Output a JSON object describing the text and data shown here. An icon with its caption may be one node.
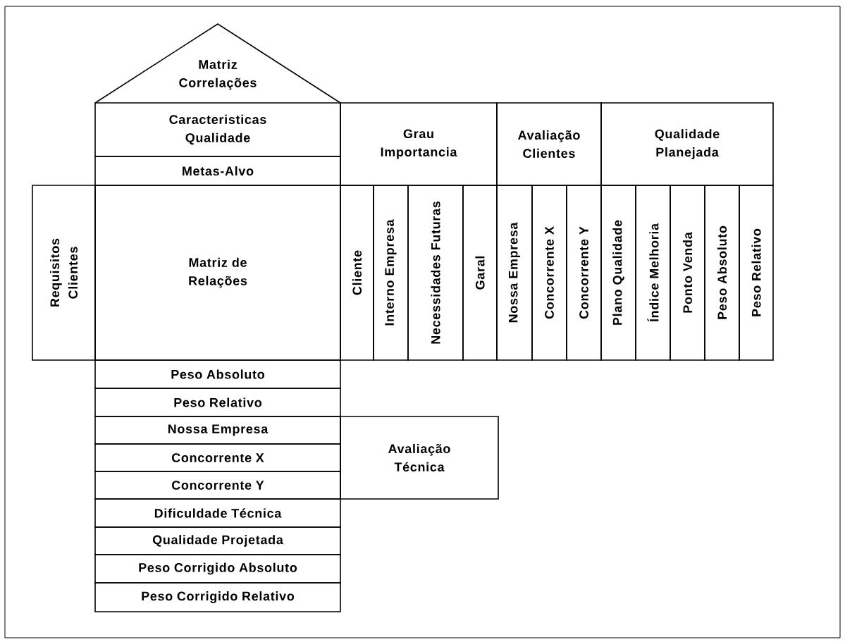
{
  "diagram": {
    "nodes": [
      {
        "text": [
          "Matriz Correlações"
        ]
      },
      {
        "text": [
          "Caracteristicas Qualidade"
        ]
      },
      {
        "text": [
          "Metas-Alvo"
        ]
      },
      {
        "text": [
          "Grau Importancia"
        ]
      },
      {
        "text": [
          "Avaliação Clientes"
        ]
      },
      {
        "text": [
          "Qualidade Planejada"
        ]
      },
      {
        "text": [
          "Requisitos Clientes"
        ]
      },
      {
        "text": [
          "Matriz de Relações"
        ]
      },
      {
        "text": [
          "Cliente"
        ]
      },
      {
        "text": [
          "Interno Empresa"
        ]
      },
      {
        "text": [
          "Necessidades Futuras"
        ]
      },
      {
        "text": [
          "Garal"
        ]
      },
      {
        "text": [
          "Nossa Empresa"
        ]
      },
      {
        "text": [
          "Concorrente X"
        ]
      },
      {
        "text": [
          "Concorrente Y"
        ]
      },
      {
        "text": [
          "Plano Qualidade"
        ]
      },
      {
        "text": [
          "Índice Melhoria"
        ]
      },
      {
        "text": [
          "Ponto Venda"
        ]
      },
      {
        "text": [
          "Peso Absoluto"
        ]
      },
      {
        "text": [
          "Peso Relativo"
        ]
      },
      {
        "text": [
          "Peso Absoluto"
        ]
      },
      {
        "text": [
          "Peso Relativo"
        ]
      },
      {
        "text": [
          "Nossa Empresa"
        ]
      },
      {
        "text": [
          "Avaliação Técnica"
        ]
      },
      {
        "text": [
          "Concorrente X"
        ]
      },
      {
        "text": [
          "Concorrente Y"
        ]
      },
      {
        "text": [
          "Dificuldade Técnica"
        ]
      },
      {
        "text": [
          "Qualidade Projetada"
        ]
      },
      {
        "text": [
          "Peso Corrigido Absoluto"
        ]
      },
      {
        "text": [
          "Peso Corrigido Relativo"
        ]
      }
    ]
  }
}
